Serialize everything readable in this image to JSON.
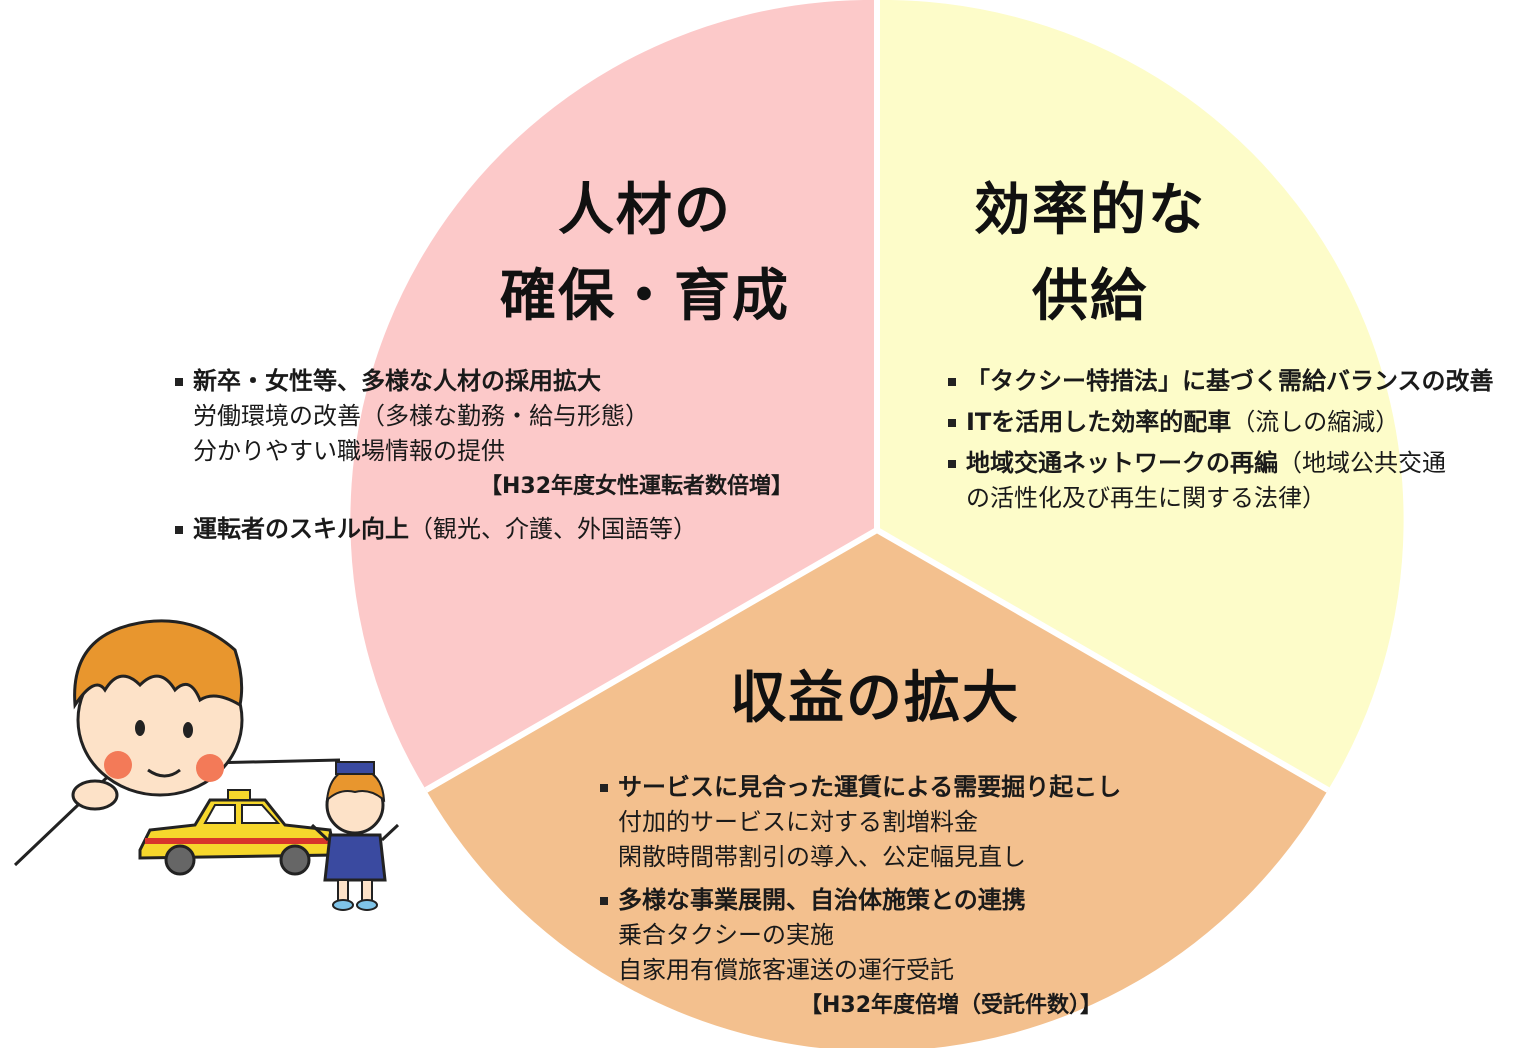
{
  "colors": {
    "left_segment": "#fcc9c9",
    "right_segment": "#fdfcc9",
    "bottom_segment": "#f3c08e",
    "divider": "#ffffff"
  },
  "segments": {
    "left": {
      "title_line1": "人材の",
      "title_line2": "確保・育成",
      "item1_head": "新卒・女性等、多様な人材の採用拡大",
      "item1_sub1": "労働環境の改善（多様な勤務・給与形態）",
      "item1_sub2": "分かりやすい職場情報の提供",
      "item1_target": "【H32年度女性運転者数倍増】",
      "item2_head": "運転者のスキル向上",
      "item2_note": "（観光、介護、外国語等）"
    },
    "right": {
      "title_line1": "効率的な",
      "title_line2": "供給",
      "item1_head": "「タクシー特措法」に基づく需給バランスの改善",
      "item2_head": "ITを活用した効率的配車",
      "item2_note": "（流しの縮減）",
      "item3_head": "地域交通ネットワークの再編",
      "item3_note": "（地域公共交通",
      "item3_cont": "の活性化及び再生に関する法律）"
    },
    "bottom": {
      "title": "収益の拡大",
      "item1_head": "サービスに見合った運賃による需要掘り起こし",
      "item1_sub1": "付加的サービスに対する割増料金",
      "item1_sub2": "閑散時間帯割引の導入、公定幅見直し",
      "item2_head": "多様な事業展開、自治体施策との連携",
      "item2_sub1": "乗合タクシーの実施",
      "item2_sub2": "自家用有償旅客運送の運行受託",
      "item2_target": "【H32年度倍増（受託件数）】"
    }
  },
  "illustration": {
    "icon": "boy-with-taxi-and-driver-illustration"
  }
}
